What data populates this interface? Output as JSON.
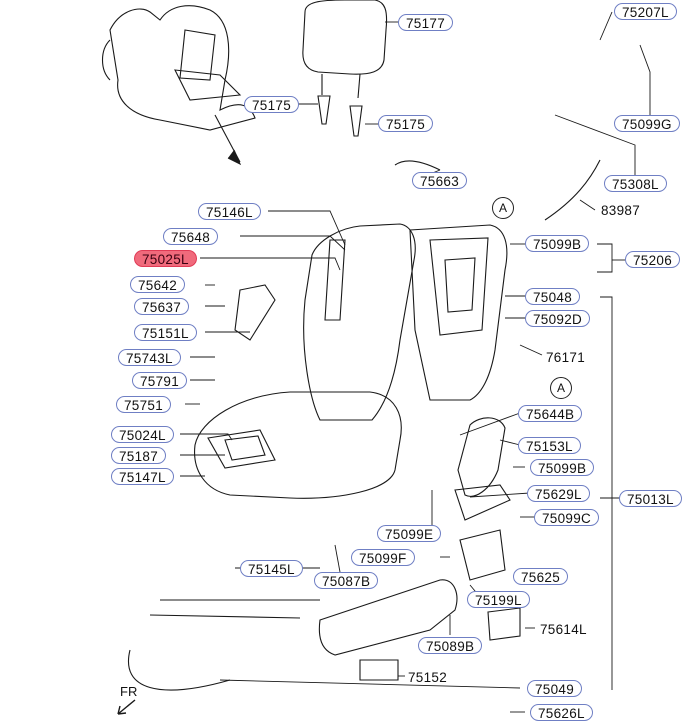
{
  "parts": [
    {
      "id": "75177",
      "text": "75177"
    },
    {
      "id": "75207L",
      "text": "75207L"
    },
    {
      "id": "75175a",
      "text": "75175"
    },
    {
      "id": "75175b",
      "text": "75175"
    },
    {
      "id": "75099G",
      "text": "75099G"
    },
    {
      "id": "75663",
      "text": "75663"
    },
    {
      "id": "75308L",
      "text": "75308L"
    },
    {
      "id": "75146L",
      "text": "75146L"
    },
    {
      "id": "83987",
      "text": "83987"
    },
    {
      "id": "75648",
      "text": "75648"
    },
    {
      "id": "75099Ba",
      "text": "75099B"
    },
    {
      "id": "75206",
      "text": "75206"
    },
    {
      "id": "75025L",
      "text": "75025L",
      "highlight": true
    },
    {
      "id": "75642",
      "text": "75642"
    },
    {
      "id": "75048",
      "text": "75048"
    },
    {
      "id": "75637",
      "text": "75637"
    },
    {
      "id": "75092D",
      "text": "75092D"
    },
    {
      "id": "75151L",
      "text": "75151L"
    },
    {
      "id": "75743L",
      "text": "75743L"
    },
    {
      "id": "76171",
      "text": "76171"
    },
    {
      "id": "75791",
      "text": "75791"
    },
    {
      "id": "75751",
      "text": "75751"
    },
    {
      "id": "75644B",
      "text": "75644B"
    },
    {
      "id": "75024L",
      "text": "75024L"
    },
    {
      "id": "75153L",
      "text": "75153L"
    },
    {
      "id": "75187",
      "text": "75187"
    },
    {
      "id": "75099Bb",
      "text": "75099B"
    },
    {
      "id": "75147L",
      "text": "75147L"
    },
    {
      "id": "75629L",
      "text": "75629L"
    },
    {
      "id": "75013L",
      "text": "75013L"
    },
    {
      "id": "75099C",
      "text": "75099C"
    },
    {
      "id": "75099E",
      "text": "75099E"
    },
    {
      "id": "75099F",
      "text": "75099F"
    },
    {
      "id": "75145L",
      "text": "75145L"
    },
    {
      "id": "75087B",
      "text": "75087B"
    },
    {
      "id": "75625",
      "text": "75625"
    },
    {
      "id": "75199L",
      "text": "75199L"
    },
    {
      "id": "75614L",
      "text": "75614L"
    },
    {
      "id": "75089B",
      "text": "75089B"
    },
    {
      "id": "75152",
      "text": "75152"
    },
    {
      "id": "75049",
      "text": "75049"
    },
    {
      "id": "75626L",
      "text": "75626L"
    }
  ],
  "markers": {
    "a1": "A",
    "a2": "A"
  },
  "direction": "FR",
  "colors": {
    "label_border": "#6f7fc4",
    "highlight": "#f06a7c",
    "line": "#1a1a1a"
  }
}
